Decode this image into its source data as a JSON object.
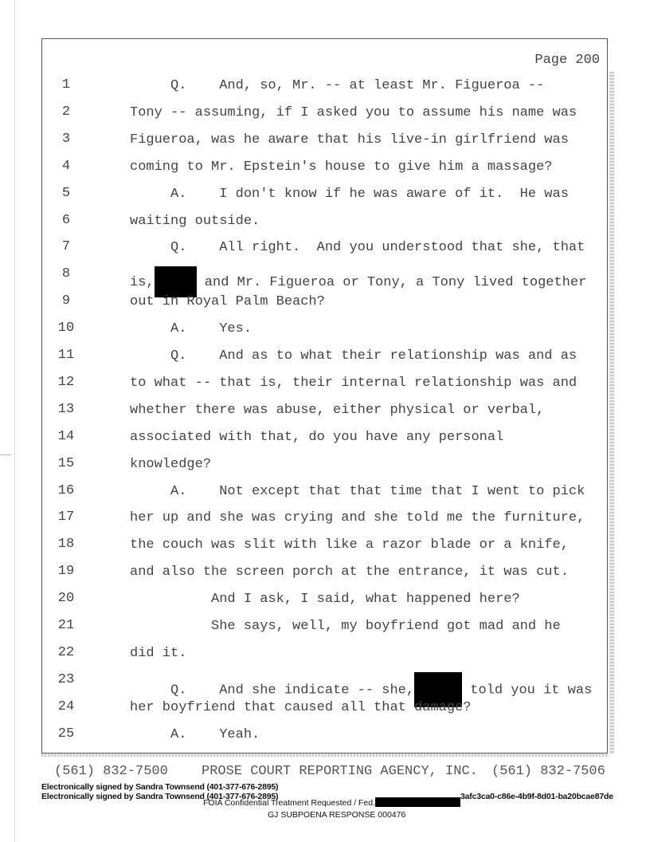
{
  "page_header": "Page 200",
  "lines": [
    {
      "n": "1",
      "parts": [
        "     Q.    And, so, Mr. -- at least Mr. Figueroa --"
      ]
    },
    {
      "n": "2",
      "parts": [
        "Tony -- assuming, if I asked you to assume his name was"
      ]
    },
    {
      "n": "3",
      "parts": [
        "Figueroa, was he aware that his live-in girlfriend was"
      ]
    },
    {
      "n": "4",
      "parts": [
        "coming to Mr. Epstein's house to give him a massage?"
      ]
    },
    {
      "n": "5",
      "parts": [
        "     A.    I don't know if he was aware of it.  He was"
      ]
    },
    {
      "n": "6",
      "parts": [
        "waiting outside."
      ]
    },
    {
      "n": "7",
      "parts": [
        "     Q.    All right.  And you understood that she, that"
      ]
    },
    {
      "n": "8",
      "parts": [
        "is,",
        {
          "redacted": true
        },
        " and Mr. Figueroa or Tony, a Tony lived together"
      ]
    },
    {
      "n": "9",
      "parts": [
        "out in Royal Palm Beach?"
      ]
    },
    {
      "n": "10",
      "parts": [
        "     A.    Yes."
      ]
    },
    {
      "n": "11",
      "parts": [
        "     Q.    And as to what their relationship was and as"
      ]
    },
    {
      "n": "12",
      "parts": [
        "to what -- that is, their internal relationship was and"
      ]
    },
    {
      "n": "13",
      "parts": [
        "whether there was abuse, either physical or verbal,"
      ]
    },
    {
      "n": "14",
      "parts": [
        "associated with that, do you have any personal"
      ]
    },
    {
      "n": "15",
      "parts": [
        "knowledge?"
      ]
    },
    {
      "n": "16",
      "parts": [
        "     A.    Not except that that time that I went to pick"
      ]
    },
    {
      "n": "17",
      "parts": [
        "her up and she was crying and she told me the furniture,"
      ]
    },
    {
      "n": "18",
      "parts": [
        "the couch was slit with like a razor blade or a knife,"
      ]
    },
    {
      "n": "19",
      "parts": [
        "and also the screen porch at the entrance, it was cut."
      ]
    },
    {
      "n": "20",
      "parts": [
        "          And I ask, I said, what happened here?"
      ]
    },
    {
      "n": "21",
      "parts": [
        "          She says, well, my boyfriend got mad and he"
      ]
    },
    {
      "n": "22",
      "parts": [
        "did it."
      ]
    },
    {
      "n": "23",
      "parts": [
        "     Q.    And she indicate -- she,",
        {
          "redacted": true
        },
        " told you it was"
      ]
    },
    {
      "n": "24",
      "parts": [
        "her boyfriend that caused all that damage?"
      ]
    },
    {
      "n": "25",
      "parts": [
        "     A.    Yeah."
      ]
    }
  ],
  "footer": {
    "phone_left": "(561) 832-7500",
    "agency": "PROSE COURT REPORTING AGENCY, INC.",
    "phone_right": "(561) 832-7506"
  },
  "signatures": [
    "Electronically signed by Sandra Townsend (401-377-676-2895)",
    "Electronically signed by Sandra Townsend (401-377-676-2895)"
  ],
  "document_hash": "3afc3ca0-c86e-4b9f-8d01-ba20bcae87de",
  "foia_notice": "FOIA Confidential Treatment Requested / Fed.",
  "bates": "GJ SUBPOENA RESPONSE 000476"
}
